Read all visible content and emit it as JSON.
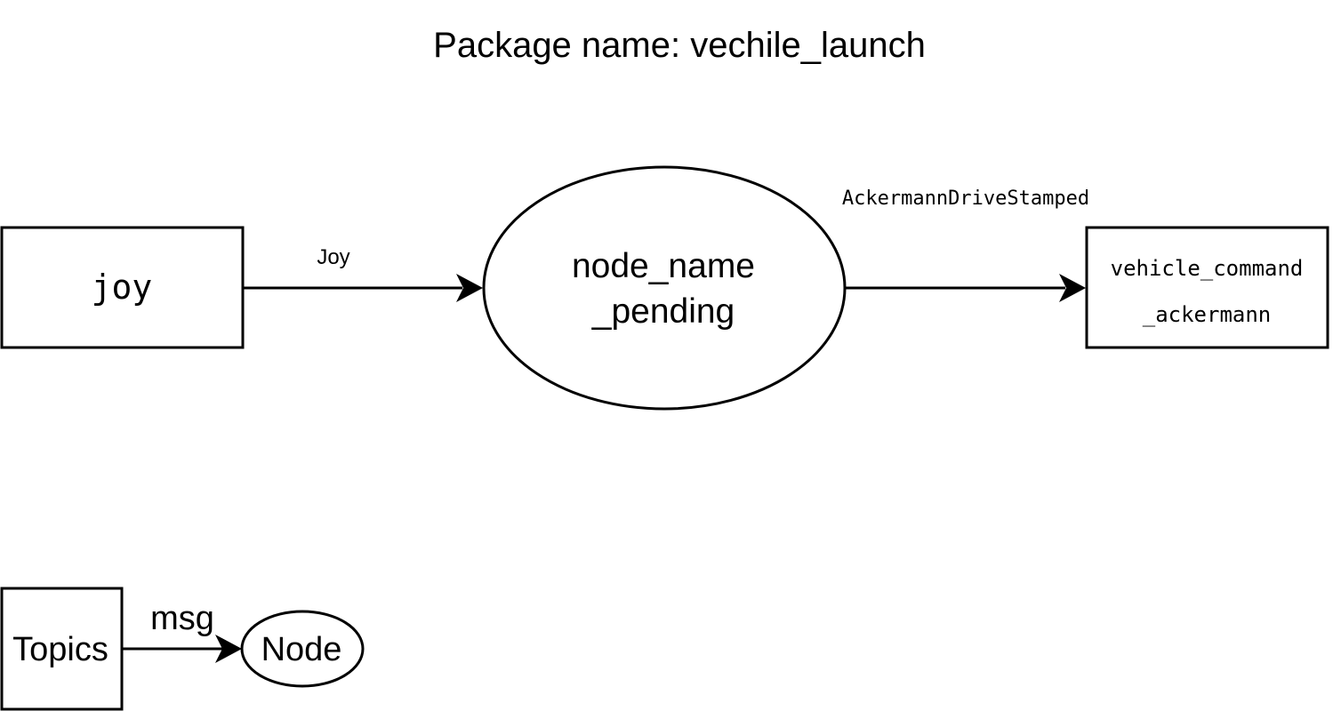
{
  "title": "Package name: vechile_launch",
  "main": {
    "topic_in": {
      "label": "joy"
    },
    "edge_in": {
      "label": "Joy"
    },
    "node": {
      "line1": "node_name",
      "line2": "_pending"
    },
    "edge_out": {
      "label": "AckermannDriveStamped"
    },
    "topic_out": {
      "line1": "vehicle_command",
      "line2": "_ackermann"
    }
  },
  "legend": {
    "topic_label": "Topics",
    "edge_label": "msg",
    "node_label": "Node"
  },
  "colors": {
    "stroke": "#000000",
    "fill": "#ffffff",
    "text": "#000000"
  }
}
